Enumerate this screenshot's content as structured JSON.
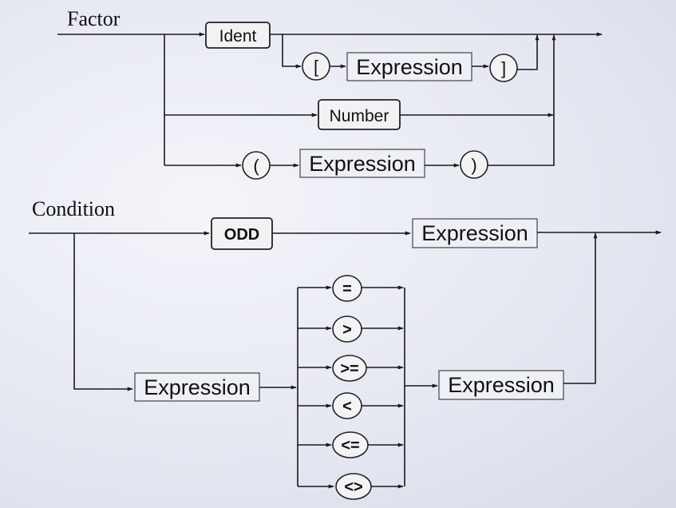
{
  "factor": {
    "title": "Factor",
    "ident": "Ident",
    "lbracket": "[",
    "expression_index": "Expression",
    "rbracket": "]",
    "number": "Number",
    "lparen": "(",
    "expression_paren": "Expression",
    "rparen": ")"
  },
  "condition": {
    "title": "Condition",
    "odd": "ODD",
    "expression_odd": "Expression",
    "expression_left": "Expression",
    "expression_right": "Expression",
    "operators": [
      "=",
      ">",
      ">=",
      "<",
      "<=",
      "<>"
    ]
  }
}
